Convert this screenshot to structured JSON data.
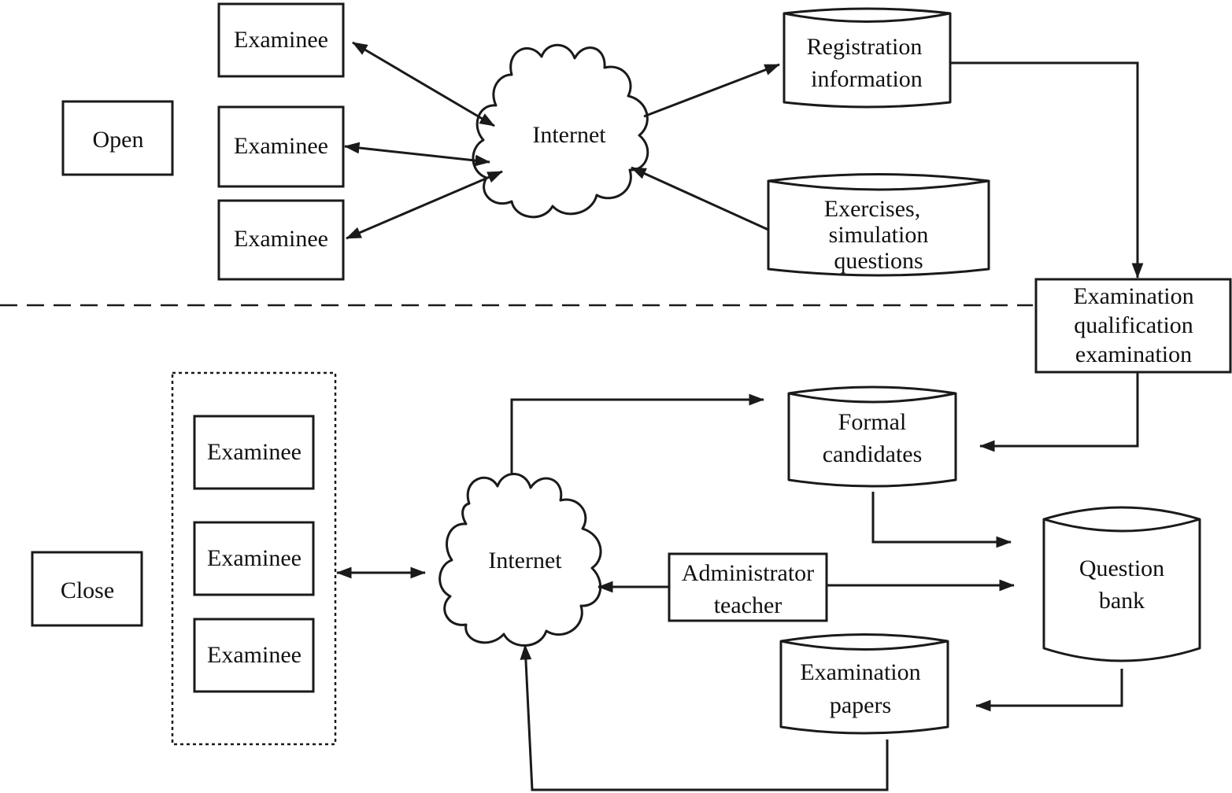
{
  "labels": {
    "open": "Open",
    "close": "Close",
    "examinee": "Examinee",
    "internet": "Internet",
    "registration_1": "Registration",
    "registration_2": "information",
    "exercises_1": "Exercises,",
    "exercises_2": "simulation",
    "exercises_3": "questions",
    "qualification_1": "Examination",
    "qualification_2": "qualification",
    "qualification_3": "examination",
    "formal_1": "Formal",
    "formal_2": "candidates",
    "question_bank_1": "Question",
    "question_bank_2": "bank",
    "admin_1": "Administrator",
    "admin_2": "teacher",
    "papers_1": "Examination",
    "papers_2": "papers"
  },
  "colors": {
    "stroke": "#1a1a1a",
    "background": "#ffffff",
    "text": "#111111"
  }
}
